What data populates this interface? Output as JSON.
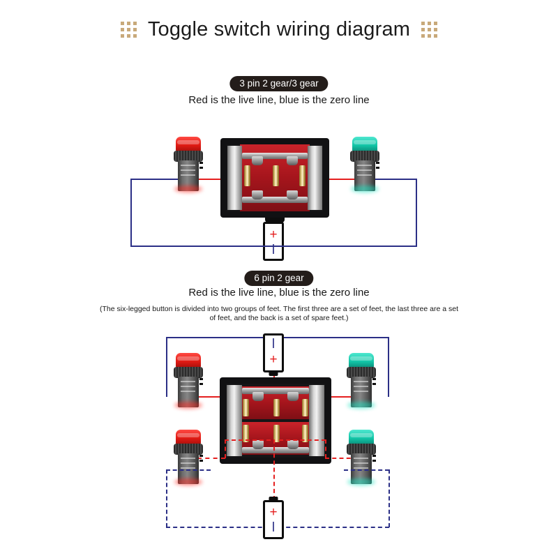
{
  "page": {
    "title": "Toggle switch wiring diagram",
    "decor_icon": "dot-grid-icon",
    "decor_dots": 9,
    "accent_dot_color": "#c8a97a",
    "background": "#ffffff"
  },
  "colors": {
    "live_line_red": "#e41f1f",
    "zero_line_blue": "#2b2f86",
    "badge_background": "#241d1a",
    "badge_text": "#ffffff",
    "lamp_red": "#e01b14",
    "lamp_green": "#13c6a8",
    "switch_body_black": "#111113",
    "switch_interior_red": "#a5151c",
    "pin_brass": "#e8d08a"
  },
  "sections": [
    {
      "id": "three-pin",
      "badge": "3 pin 2 gear/3 gear",
      "caption": "Red is the live line, blue is the zero line",
      "note": "",
      "switch": {
        "name": "3-pin-rocker-switch",
        "pins": 3,
        "rows": 1
      },
      "lamps": [
        {
          "position": "left",
          "color": "red",
          "label": "indicator-lamp-red"
        },
        {
          "position": "right",
          "color": "green",
          "label": "indicator-lamp-green"
        }
      ],
      "battery": {
        "position": "bottom",
        "plus": "+",
        "minus": "l",
        "plus_on_top": true
      },
      "wire_styles": {
        "live": "solid",
        "zero": "solid"
      }
    },
    {
      "id": "six-pin",
      "badge": "6 pin 2 gear",
      "caption": "Red is the live line, blue is the zero line",
      "note": "(The six-legged button is divided into two groups of feet. The first three are a set of feet, the last three are a set of feet, and the back is a set of spare feet.)",
      "switch": {
        "name": "6-pin-rocker-switch",
        "pins": 6,
        "rows": 2
      },
      "lamps": [
        {
          "position": "top-left",
          "color": "red",
          "label": "indicator-lamp-red"
        },
        {
          "position": "top-right",
          "color": "green",
          "label": "indicator-lamp-green"
        },
        {
          "position": "bottom-left",
          "color": "red",
          "label": "indicator-lamp-red"
        },
        {
          "position": "bottom-right",
          "color": "green",
          "label": "indicator-lamp-green"
        }
      ],
      "batteries": [
        {
          "position": "top",
          "plus": "+",
          "minus": "l",
          "plus_on_top": false
        },
        {
          "position": "bottom",
          "plus": "+",
          "minus": "l",
          "plus_on_top": true
        }
      ],
      "wire_styles": {
        "group_one": "solid",
        "group_two": "dashed"
      }
    }
  ],
  "symbols": {
    "plus": "+",
    "minus": "l"
  }
}
